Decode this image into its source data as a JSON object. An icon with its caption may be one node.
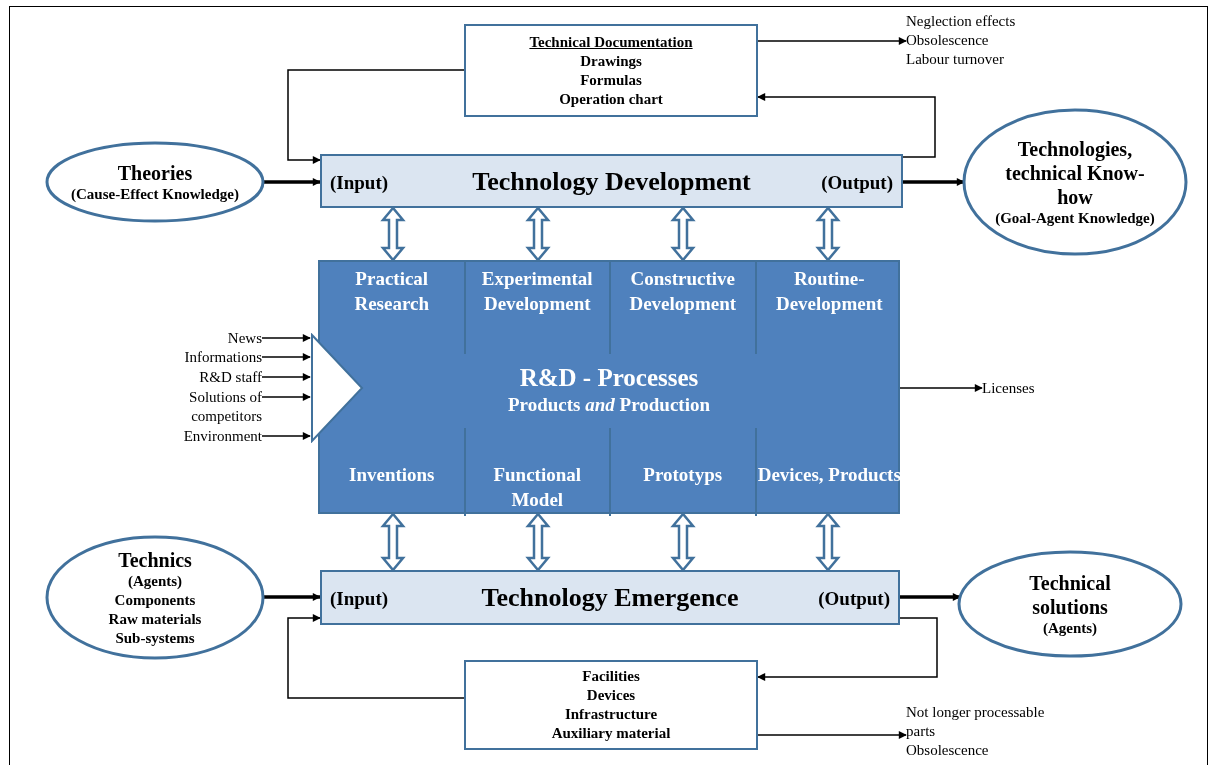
{
  "diagram": {
    "nodes": [
      {
        "text": [
          "Technical Documentation",
          "Drawings",
          "Formulas",
          "Operation chart"
        ]
      },
      {
        "text": [
          "Neglection effects",
          "Obsolescence",
          "Labour turnover"
        ]
      },
      {
        "text": [
          "Theories",
          "(Cause-Effect Knowledge)"
        ]
      },
      {
        "text": [
          "(Input)",
          "Technology Development",
          "(Output)"
        ]
      },
      {
        "text": [
          "Technologies, technical Know-how",
          "(Goal-Agent Knowledge)"
        ]
      },
      {
        "text": [
          "R&D - Processes",
          "Products *and* Production"
        ]
      },
      {
        "text": [
          "Practical Research"
        ],
        "in": 5
      },
      {
        "text": [
          "Experimental Development"
        ],
        "in": 5
      },
      {
        "text": [
          "Constructive Development"
        ],
        "in": 5
      },
      {
        "text": [
          "Routine-Development"
        ],
        "in": 5
      },
      {
        "text": [
          "Inventions"
        ],
        "in": 5
      },
      {
        "text": [
          "Functional Model"
        ],
        "in": 5
      },
      {
        "text": [
          "Prototyps"
        ],
        "in": 5
      },
      {
        "text": [
          "Devices, Products"
        ],
        "in": 5
      },
      {
        "text": [],
        "shape": "triangle"
      },
      {
        "text": [
          "News"
        ]
      },
      {
        "text": [
          "Informations"
        ]
      },
      {
        "text": [
          "R&D staff"
        ]
      },
      {
        "text": [
          "Solutions of competitors"
        ]
      },
      {
        "text": [
          "Environment"
        ]
      },
      {
        "text": [
          "Licenses"
        ]
      },
      {
        "text": [
          "Technics",
          "(Agents)",
          "Components",
          "Raw materials",
          "Sub-systems"
        ]
      },
      {
        "text": [
          "(Input)",
          "Technology Emergence",
          "(Output)"
        ]
      },
      {
        "text": [
          "Technical solutions",
          "(Agents)"
        ]
      },
      {
        "text": [
          "Facilities",
          "Devices",
          "Infrastructure",
          "Auxiliary material"
        ]
      },
      {
        "text": [
          "Not longer processable parts",
          "Obsolescence"
        ]
      }
    ],
    "edges": [
      {
        "from": 0,
        "to": 1,
        "arrow": "to"
      },
      {
        "from": 0,
        "to": 3,
        "arrow": "to"
      },
      {
        "from": 3,
        "to": 0,
        "arrow": "to"
      },
      {
        "from": 2,
        "to": 3,
        "arrow": "to",
        "style": "thick"
      },
      {
        "from": 3,
        "to": 4,
        "arrow": "to",
        "style": "thick"
      },
      {
        "from": 3,
        "to": 6,
        "arrow": "both",
        "style": "thick",
        "color": "#41719c"
      },
      {
        "from": 3,
        "to": 7,
        "arrow": "both",
        "style": "thick",
        "color": "#41719c"
      },
      {
        "from": 3,
        "to": 8,
        "arrow": "both",
        "style": "thick",
        "color": "#41719c"
      },
      {
        "from": 3,
        "to": 9,
        "arrow": "both",
        "style": "thick",
        "color": "#41719c"
      },
      {
        "from": 10,
        "to": 22,
        "arrow": "both",
        "style": "thick",
        "color": "#41719c"
      },
      {
        "from": 11,
        "to": 22,
        "arrow": "both",
        "style": "thick",
        "color": "#41719c"
      },
      {
        "from": 12,
        "to": 22,
        "arrow": "both",
        "style": "thick",
        "color": "#41719c"
      },
      {
        "from": 13,
        "to": 22,
        "arrow": "both",
        "style": "thick",
        "color": "#41719c"
      },
      {
        "from": 15,
        "to": 14,
        "arrow": "to"
      },
      {
        "from": 16,
        "to": 14,
        "arrow": "to"
      },
      {
        "from": 17,
        "to": 14,
        "arrow": "to"
      },
      {
        "from": 18,
        "to": 14,
        "arrow": "to"
      },
      {
        "from": 19,
        "to": 14,
        "arrow": "to"
      },
      {
        "from": 5,
        "to": 20,
        "arrow": "to"
      },
      {
        "from": 21,
        "to": 22,
        "arrow": "to",
        "style": "thick"
      },
      {
        "from": 22,
        "to": 23,
        "arrow": "to",
        "style": "thick"
      },
      {
        "from": 22,
        "to": 24,
        "arrow": "to"
      },
      {
        "from": 24,
        "to": 22,
        "arrow": "to"
      },
      {
        "from": 24,
        "to": 25,
        "arrow": "to"
      }
    ]
  }
}
